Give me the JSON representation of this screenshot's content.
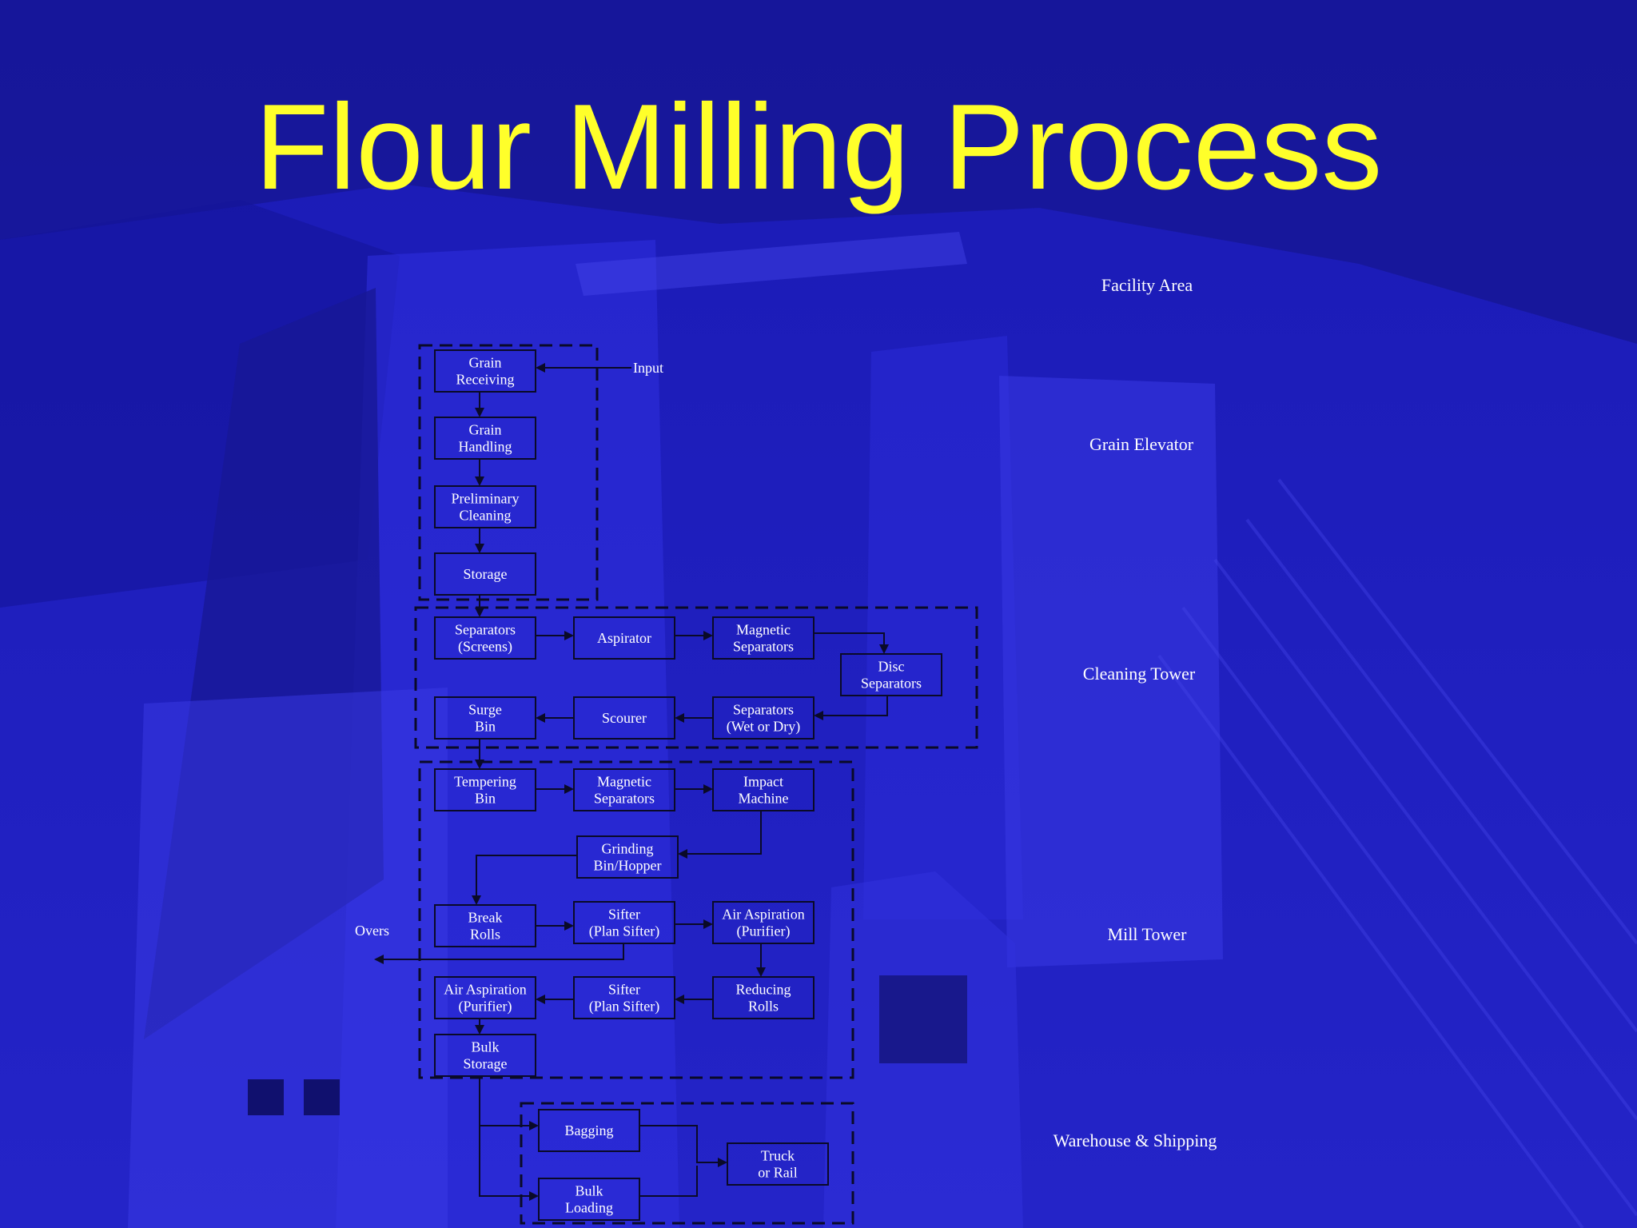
{
  "title": "Flour Milling Process",
  "colors": {
    "background": "#1e1ec8",
    "title": "#ffff2a",
    "lines": "#0a0a28",
    "text": "#ffffff"
  },
  "areas": {
    "facility": "Facility Area",
    "grain_elevator": "Grain Elevator",
    "cleaning_tower": "Cleaning Tower",
    "mill_tower": "Mill Tower",
    "warehouse": "Warehouse & Shipping"
  },
  "labels": {
    "input": "Input",
    "overs": "Overs"
  },
  "nodes": {
    "grain_receiving": [
      "Grain",
      "Receiving"
    ],
    "grain_handling": [
      "Grain",
      "Handling"
    ],
    "preliminary_cleaning": [
      "Preliminary",
      "Cleaning"
    ],
    "storage": [
      "Storage"
    ],
    "separators_screens": [
      "Separators",
      "(Screens)"
    ],
    "aspirator": [
      "Aspirator"
    ],
    "magnetic_separators_1": [
      "Magnetic",
      "Separators"
    ],
    "disc_separators": [
      "Disc",
      "Separators"
    ],
    "surge_bin": [
      "Surge",
      "Bin"
    ],
    "scourer": [
      "Scourer"
    ],
    "separators_wet_dry": [
      "Separators",
      "(Wet or Dry)"
    ],
    "tempering_bin": [
      "Tempering",
      "Bin"
    ],
    "magnetic_separators_2": [
      "Magnetic",
      "Separators"
    ],
    "impact_machine": [
      "Impact",
      "Machine"
    ],
    "grinding_bin": [
      "Grinding",
      "Bin/Hopper"
    ],
    "break_rolls": [
      "Break",
      "Rolls"
    ],
    "sifter_1": [
      "Sifter",
      "(Plan Sifter)"
    ],
    "air_aspiration_1": [
      "Air Aspiration",
      "(Purifier)"
    ],
    "air_aspiration_2": [
      "Air Aspiration",
      "(Purifier)"
    ],
    "sifter_2": [
      "Sifter",
      "(Plan Sifter)"
    ],
    "reducing_rolls": [
      "Reducing",
      "Rolls"
    ],
    "bulk_storage": [
      "Bulk",
      "Storage"
    ],
    "bagging": [
      "Bagging"
    ],
    "truck_rail": [
      "Truck",
      "or Rail"
    ],
    "bulk_loading": [
      "Bulk",
      "Loading"
    ]
  }
}
